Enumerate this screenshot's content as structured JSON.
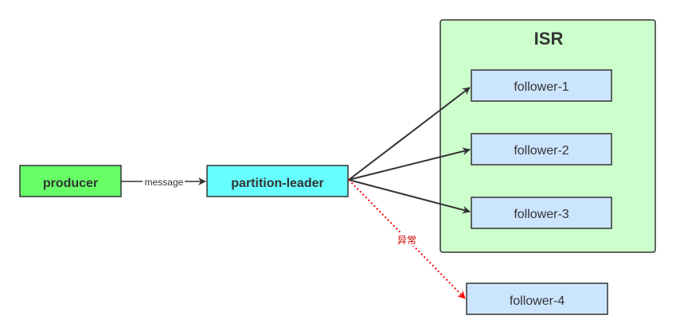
{
  "isr_group": {
    "title": "ISR",
    "fill": "#ccffcc",
    "stroke": "#333333"
  },
  "producer": {
    "label": "producer",
    "fill": "#66ff66"
  },
  "partition_leader": {
    "label": "partition-leader",
    "fill": "#66ffff"
  },
  "followers": [
    {
      "label": "follower-1",
      "fill": "#cce5ff"
    },
    {
      "label": "follower-2",
      "fill": "#cce5ff"
    },
    {
      "label": "follower-3",
      "fill": "#cce5ff"
    },
    {
      "label": "follower-4",
      "fill": "#cce5ff"
    }
  ],
  "edges": {
    "message_label": "message",
    "abnormal_label": "异常",
    "abnormal_color": "#ff0000"
  }
}
